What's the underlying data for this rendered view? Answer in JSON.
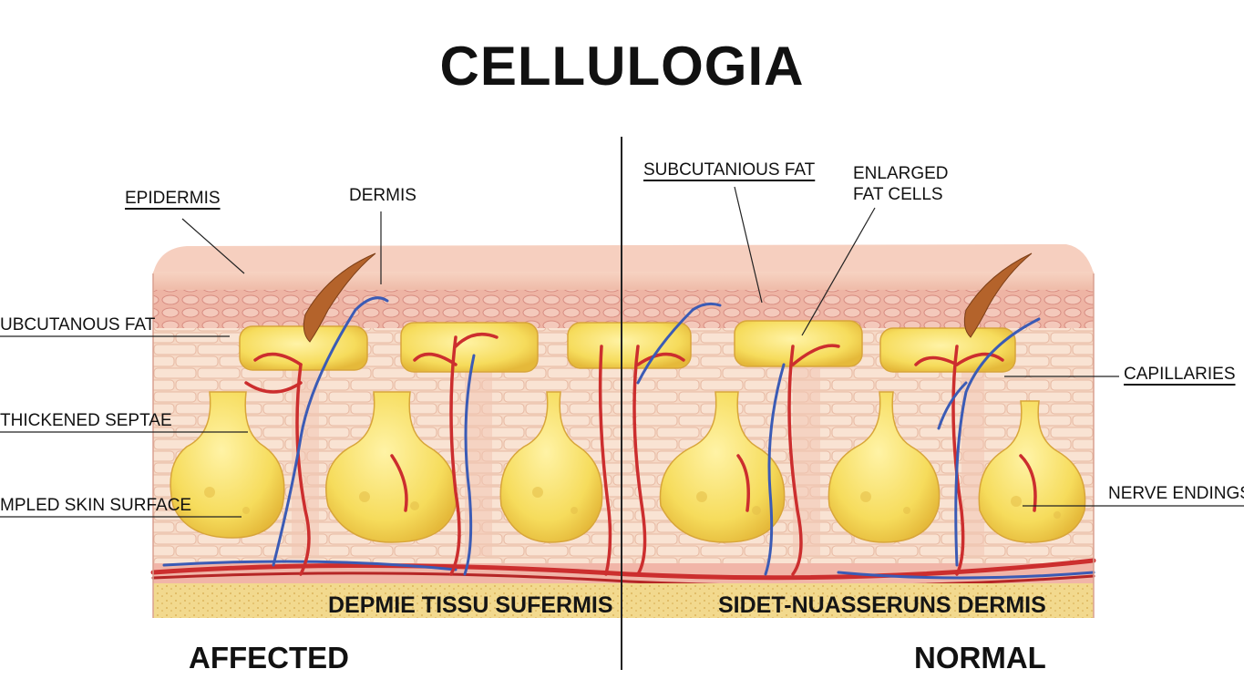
{
  "title": "CELLULOGIA",
  "labels": {
    "epidermis": "EPIDERMIS",
    "dermis": "DERMIS",
    "subcutaneous_left": "UBCUTANOUS FAT",
    "thickened_septae": "THICKENED SEPTAE",
    "dimpled_surface": "MPLED SKIN SURFACE",
    "subcutaneous_right": "SUBCUTANIOUS FAT",
    "enlarged_fat_cells": "ENLARGED\nFAT CELLS",
    "capillaries": "CAPILLARIES",
    "nerve_endings": "NERVE ENDINGS"
  },
  "base_labels": {
    "left": "DEPMIE TISSU SUFERMIS",
    "right": "SIDET-NUASSERUNS  DERMIS"
  },
  "bottom_labels": {
    "affected": "AFFECTED",
    "normal": "NORMAL"
  },
  "colors": {
    "epidermis": "#f2c1ad",
    "dermis_cells": "#e8a79a",
    "fat_tissue": "#f7e8cf",
    "fat_cell": "#f4d95a",
    "artery": "#cc2e2e",
    "vein": "#3b5bb5",
    "base_layer": "#f2d98e",
    "hair": "#b4632b"
  }
}
